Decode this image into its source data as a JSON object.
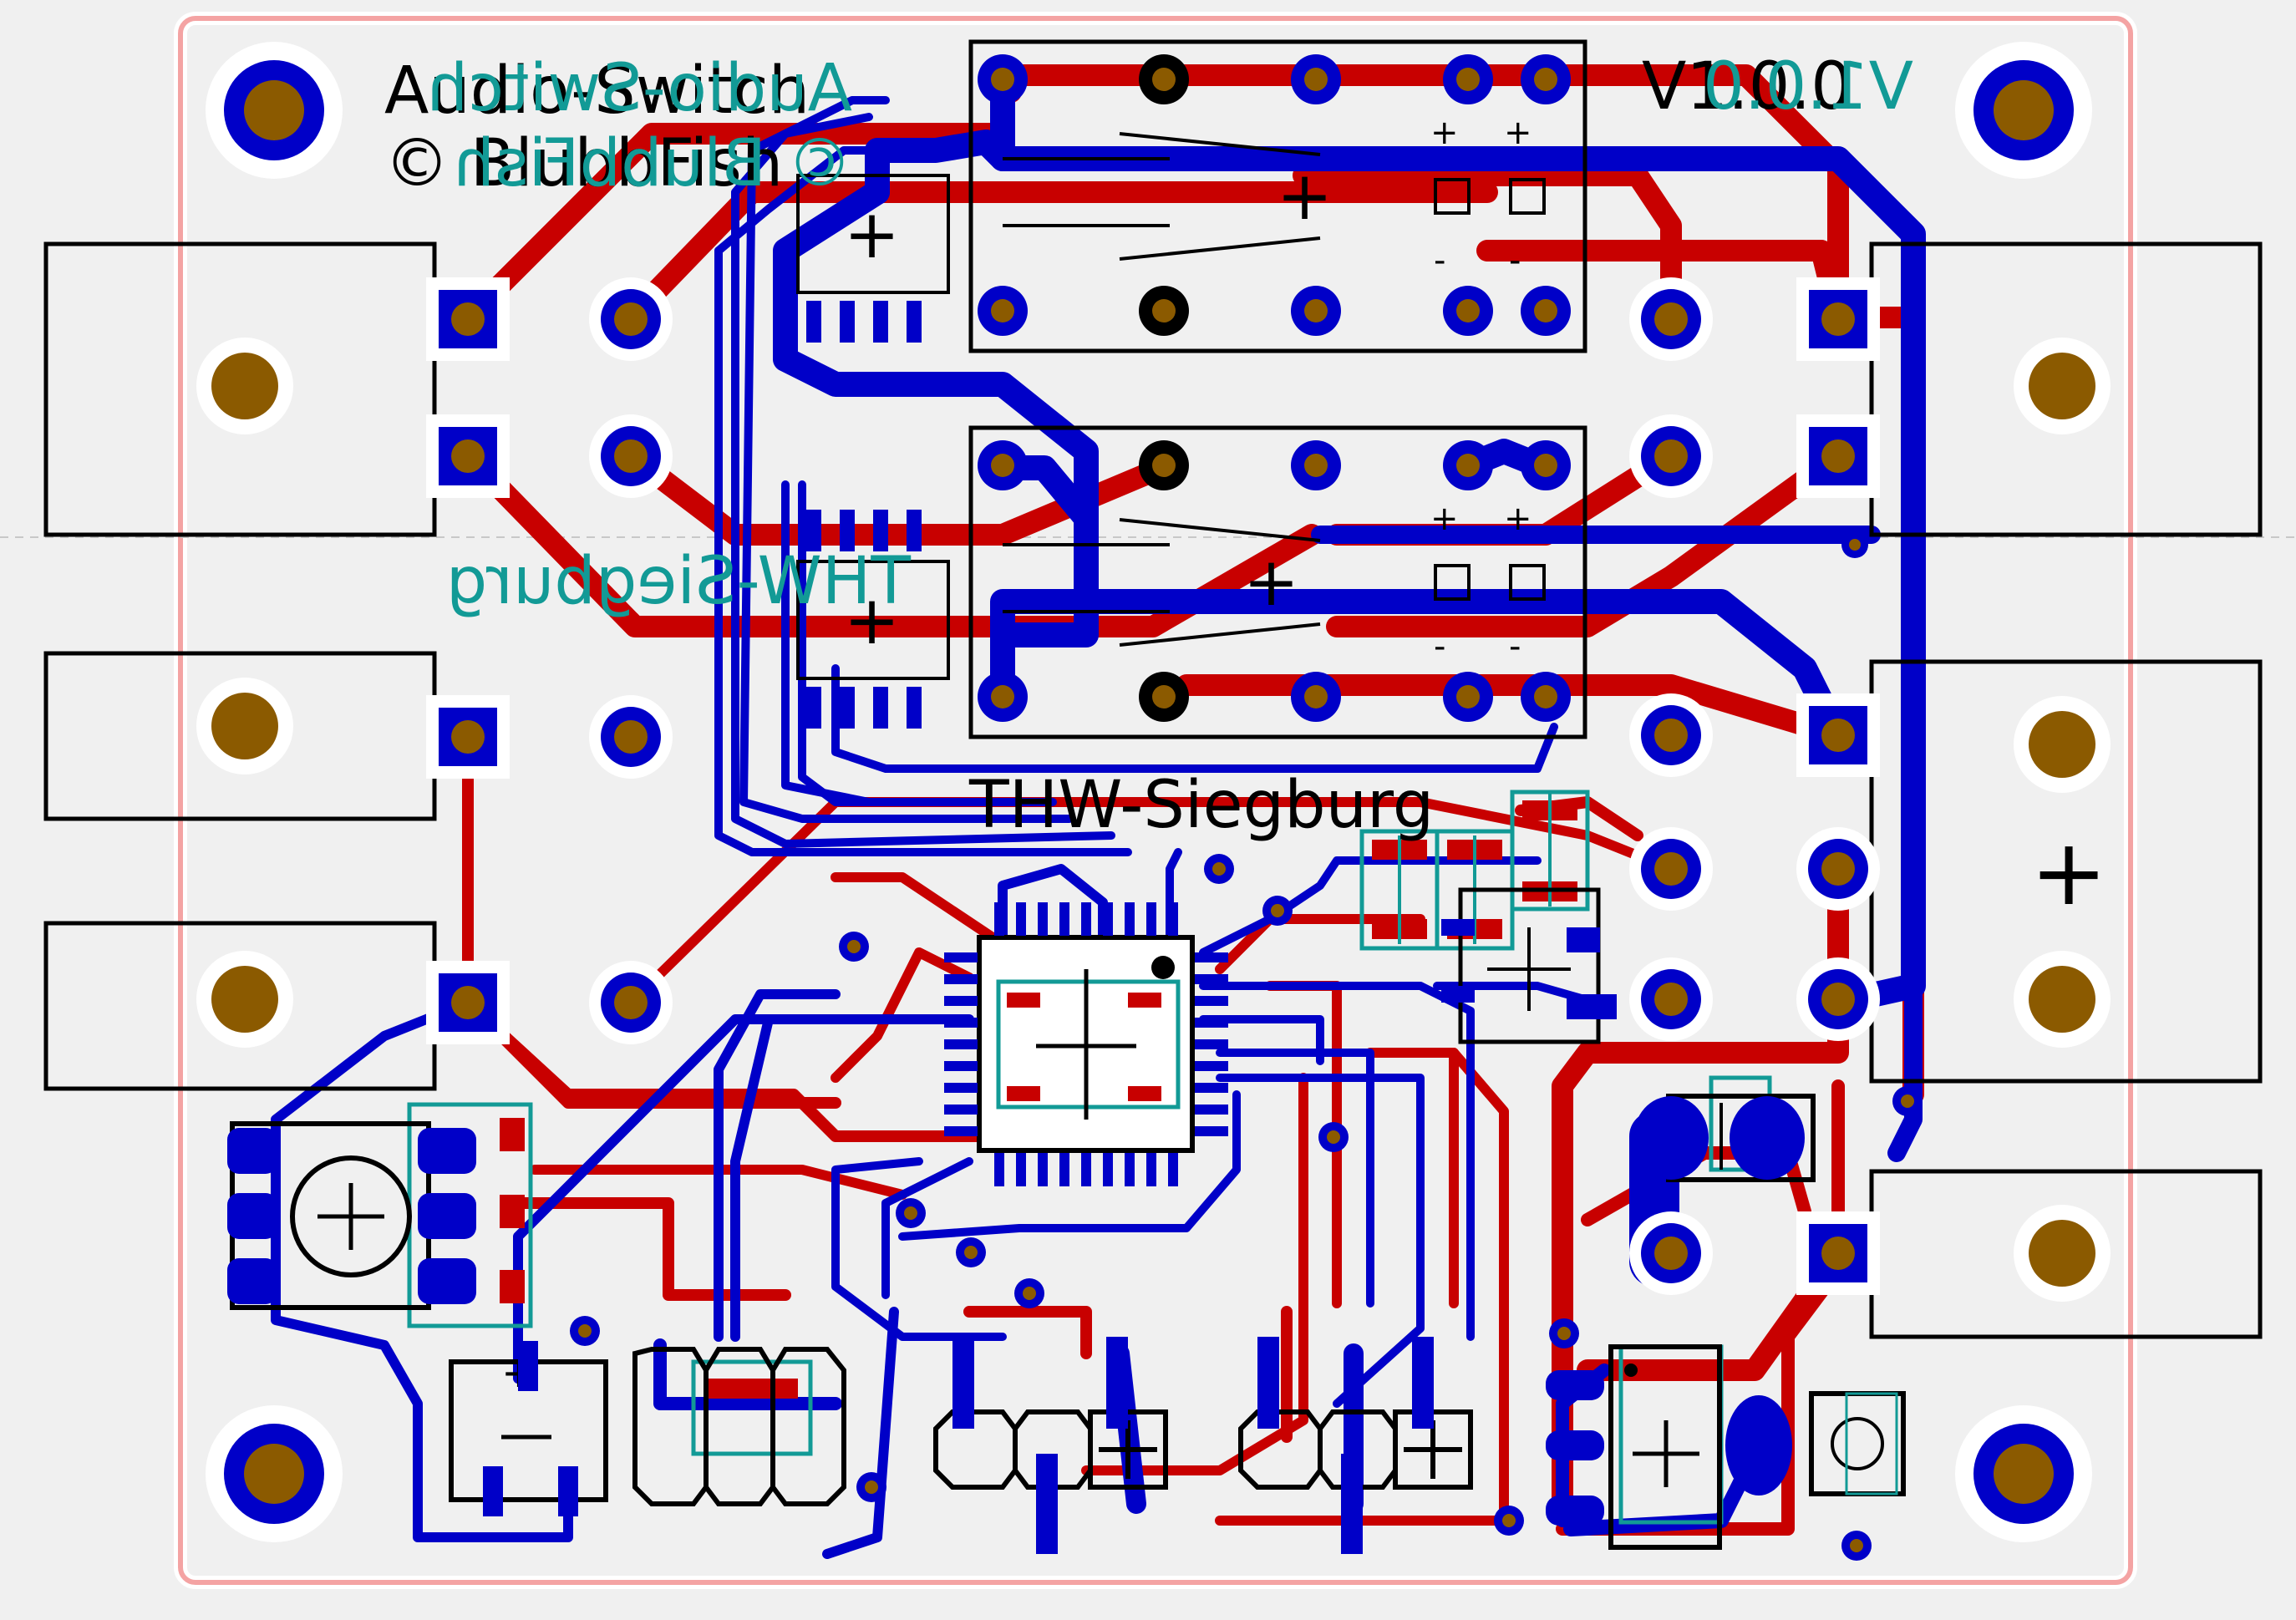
{
  "labels": {
    "title": "Audio-Switch",
    "copyright": "© BlubbFish",
    "version": "V1.0.0",
    "org": "THW-Siegburg",
    "mirror_org": "THW-Siegburg",
    "mirror_title": "Audio-Switch",
    "mirror_copyright": "© BlubbFish",
    "mirror_version": "V1.0.0",
    "relay_plus": "+",
    "relay_minus": "-",
    "cap_plus": "+",
    "cap_minus": "-",
    "connector_plus": "+"
  },
  "colors": {
    "background": "#f0f0f0",
    "board_outline": "#f4a3a3",
    "top_copper": "#c80000",
    "bottom_copper": "#0000c8",
    "pad_copper": "#8b5a00",
    "silkscreen_top": "#000000",
    "silkscreen_bottom": "#129a96",
    "clearance": "#ffffff"
  },
  "components": [
    "mounting-hole",
    "audio-jack",
    "relay",
    "qfn-ic",
    "smd-capacitor",
    "smd-resistor",
    "trimmer-potentiometer",
    "pin-header",
    "electrolytic-capacitor",
    "led"
  ]
}
